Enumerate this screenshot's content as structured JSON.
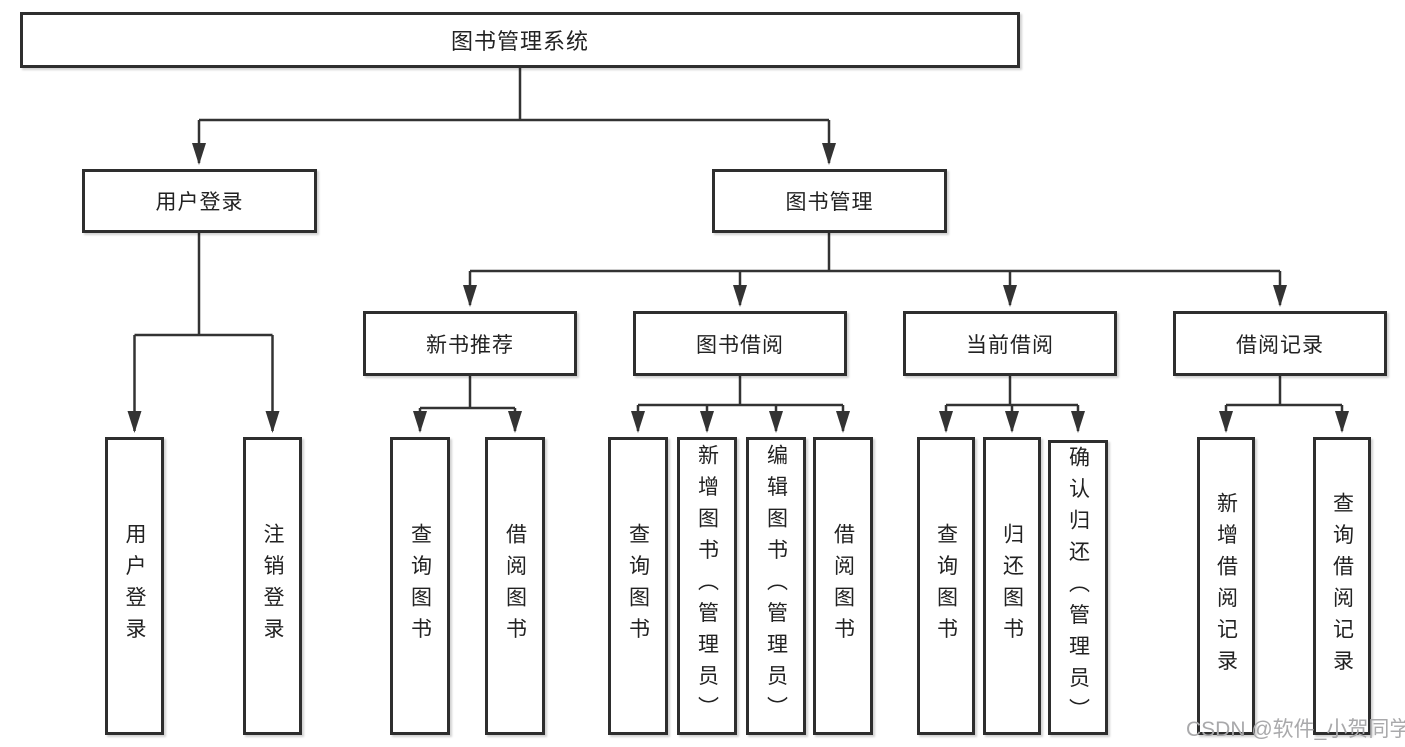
{
  "tree": {
    "label": "图书管理系统",
    "children": [
      {
        "label": "用户登录",
        "children": [
          {
            "label": "用户登录"
          },
          {
            "label": "注销登录"
          }
        ]
      },
      {
        "label": "图书管理",
        "children": [
          {
            "label": "新书推荐",
            "children": [
              {
                "label": "查询图书"
              },
              {
                "label": "借阅图书"
              }
            ]
          },
          {
            "label": "图书借阅",
            "children": [
              {
                "label": "查询图书"
              },
              {
                "label": "新增图书（管理员）"
              },
              {
                "label": "编辑图书（管理员）"
              },
              {
                "label": "借阅图书"
              }
            ]
          },
          {
            "label": "当前借阅",
            "children": [
              {
                "label": "查询图书"
              },
              {
                "label": "归还图书"
              },
              {
                "label": "确认归还（管理员）"
              }
            ]
          },
          {
            "label": "借阅记录",
            "children": [
              {
                "label": "新增借阅记录"
              },
              {
                "label": "查询借阅记录"
              }
            ]
          }
        ]
      }
    ]
  },
  "watermark": {
    "text": "CSDN @软件_小贺同学"
  },
  "colors": {
    "line": "#333333",
    "box_border": "#2e2e2e",
    "box_fill": "#ffffff",
    "text": "#222222",
    "watermark": "#a9a9ab"
  }
}
